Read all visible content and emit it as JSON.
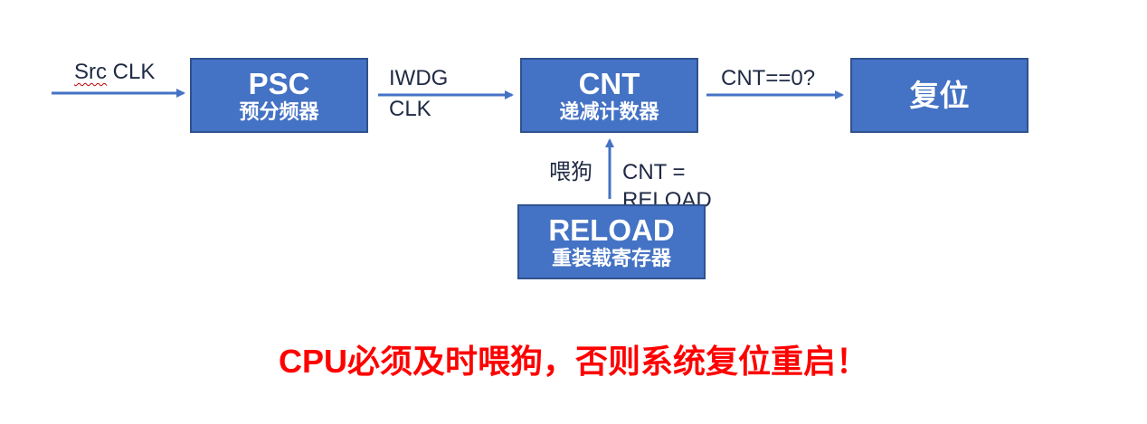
{
  "diagram": {
    "inputs": {
      "src_label_a": "Src",
      "src_label_b": " CLK"
    },
    "psc": {
      "title": "PSC",
      "subtitle": "预分频器"
    },
    "iwdg_label": {
      "line1": "IWDG",
      "line2": "CLK"
    },
    "cnt": {
      "title": "CNT",
      "subtitle": "递减计数器"
    },
    "compare_label": "CNT==0?",
    "reset": {
      "title": "复位"
    },
    "feed_label": "喂狗",
    "reload_assign": {
      "line1": "CNT =",
      "line2": "RELOAD"
    },
    "reload": {
      "title": "RELOAD",
      "subtitle": "重装载寄存器"
    },
    "warning": "CPU必须及时喂狗，否则系统复位重启！",
    "colors": {
      "box_fill": "#4472c4",
      "box_border": "#2f528f",
      "arrow": "#4472c4",
      "warning": "#ff0000"
    }
  }
}
